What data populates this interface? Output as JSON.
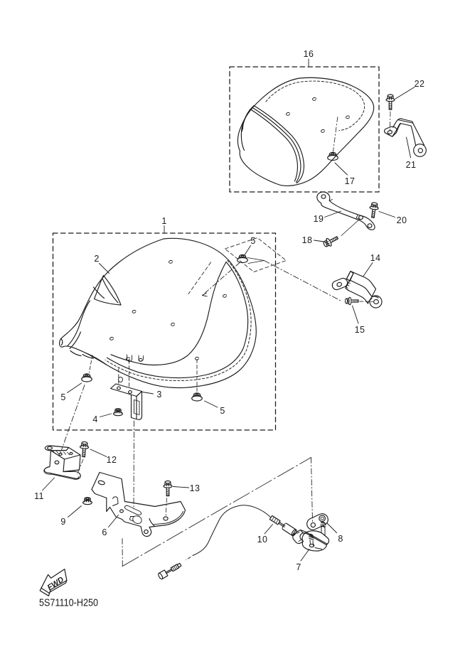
{
  "drawing": {
    "code": "5S71110-H250",
    "orientation_label": "FWD",
    "callouts": {
      "c1": "1",
      "c2": "2",
      "c3": "3",
      "c4": "4",
      "c5a": "5",
      "c5b": "5",
      "c5c": "5",
      "c6": "6",
      "c7": "7",
      "c8": "8",
      "c9": "9",
      "c10": "10",
      "c11": "11",
      "c12": "12",
      "c13": "13",
      "c14": "14",
      "c15": "15",
      "c16": "16",
      "c17": "17",
      "c18": "18",
      "c19": "19",
      "c20": "20",
      "c21": "21",
      "c22": "22"
    }
  }
}
